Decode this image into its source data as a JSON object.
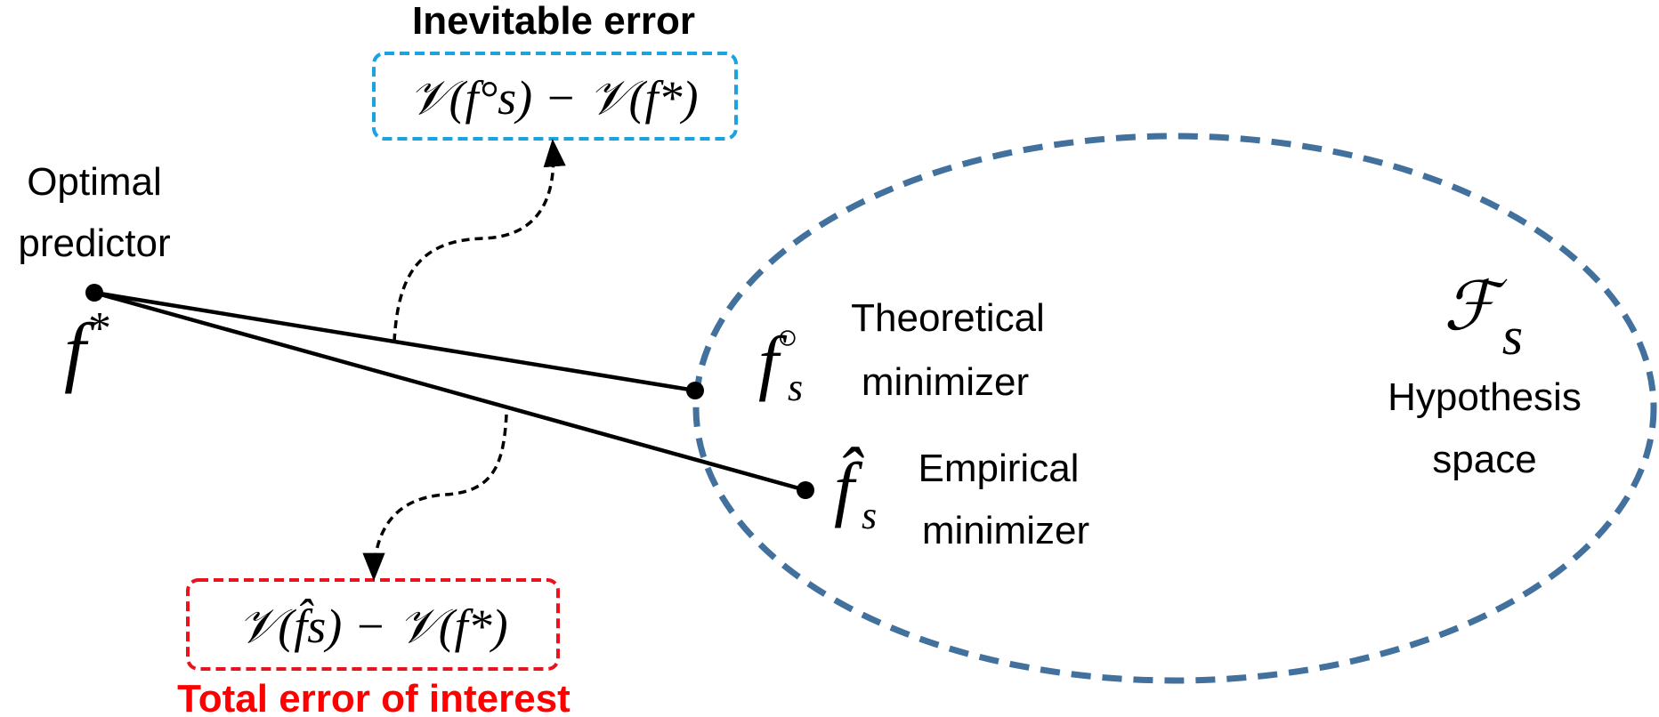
{
  "colors": {
    "ink": "#000000",
    "inevitable_box": "#1ba3e0",
    "total_box": "#e8131b",
    "total_label": "#ff0000",
    "hypothesis_ellipse": "#41719c"
  },
  "inevitable_error": {
    "label": "Inevitable error",
    "formula": "𝒱(f°s) − 𝒱(f*)"
  },
  "total_error": {
    "label": "Total error of interest",
    "formula": "𝒱(f̂s) − 𝒱(f*)"
  },
  "optimal_predictor": {
    "label_line1": "Optimal",
    "label_line2": "predictor",
    "symbol": "f",
    "superscript": "*"
  },
  "theoretical_minimizer": {
    "symbol": "f",
    "superscript": "○",
    "subscript": "s",
    "label_line1": "Theoretical",
    "label_line2": "minimizer"
  },
  "empirical_minimizer": {
    "symbol": "f̂",
    "subscript": "s",
    "label_line1": "Empirical",
    "label_line2": "minimizer"
  },
  "hypothesis_space": {
    "symbol": "ℱ",
    "subscript": "s",
    "label_line1": "Hypothesis",
    "label_line2": "space"
  }
}
